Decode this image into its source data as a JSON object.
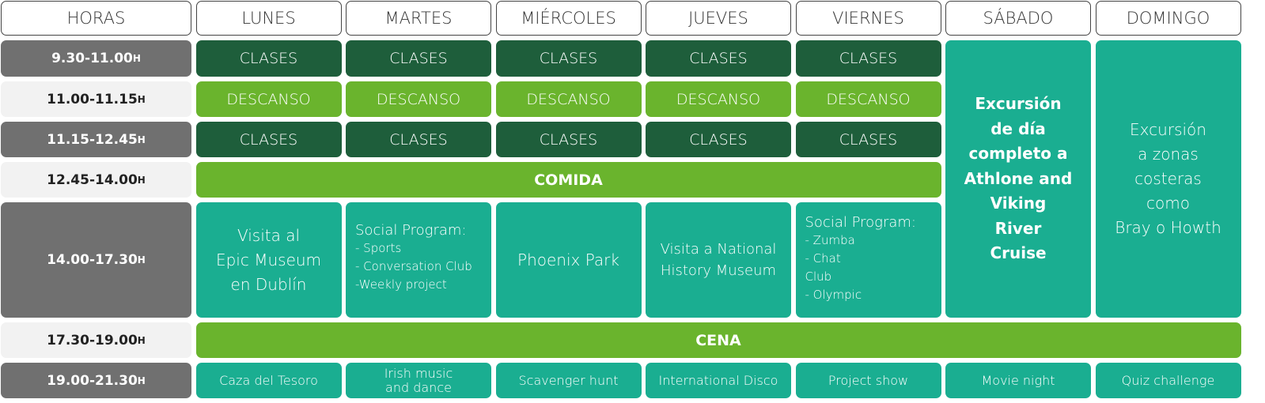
{
  "headers": [
    "HORAS",
    "LUNES",
    "MARTES",
    "MIÉRCOLES",
    "JUEVES",
    "VIERNES",
    "SÁBADO",
    "DOMINGO"
  ],
  "times": [
    {
      "range": "9.30-11.00",
      "suffix": "H"
    },
    {
      "range": "11.00-11.15",
      "suffix": "H"
    },
    {
      "range": "11.15-12.45",
      "suffix": "H"
    },
    {
      "range": "12.45-14.00",
      "suffix": "H"
    },
    {
      "range": "14.00-17.30",
      "suffix": "H"
    },
    {
      "range": "17.30-19.00",
      "suffix": "H"
    },
    {
      "range": "19.00-21.30",
      "suffix": "H"
    }
  ],
  "clases": "CLASES",
  "descanso": "DESCANSO",
  "comida": "COMIDA",
  "cena": "CENA",
  "saturday": [
    "Excursión",
    "de día",
    "completo a",
    "Athlone and",
    "Viking",
    "River",
    "Cruise"
  ],
  "sunday": [
    "Excursión",
    "a zonas",
    "costeras",
    "como",
    "Bray o Howth"
  ],
  "afternoon": {
    "lunes": [
      "Visita al",
      "Epic Museum",
      "en Dublín"
    ],
    "martes": {
      "title": "Social Program:",
      "items": [
        "- Sports",
        "- Conversation Club",
        "-Weekly project"
      ]
    },
    "miercoles": "Phoenix Park",
    "jueves": [
      "Visita a National",
      "History Museum"
    ],
    "viernes": {
      "title": "Social Program:",
      "items": [
        "- Zumba",
        "- Chat",
        "Club",
        "- Olympic"
      ]
    }
  },
  "evening": [
    "Caza del Tesoro",
    [
      "Irish music",
      "and dance"
    ],
    "Scavenger hunt",
    "International Disco",
    "Project show",
    "Movie night",
    "Quiz challenge"
  ],
  "colors": {
    "dark_green": "#1e5e3b",
    "light_green": "#6ab42d",
    "teal": "#1aae91",
    "gray": "#707070"
  }
}
